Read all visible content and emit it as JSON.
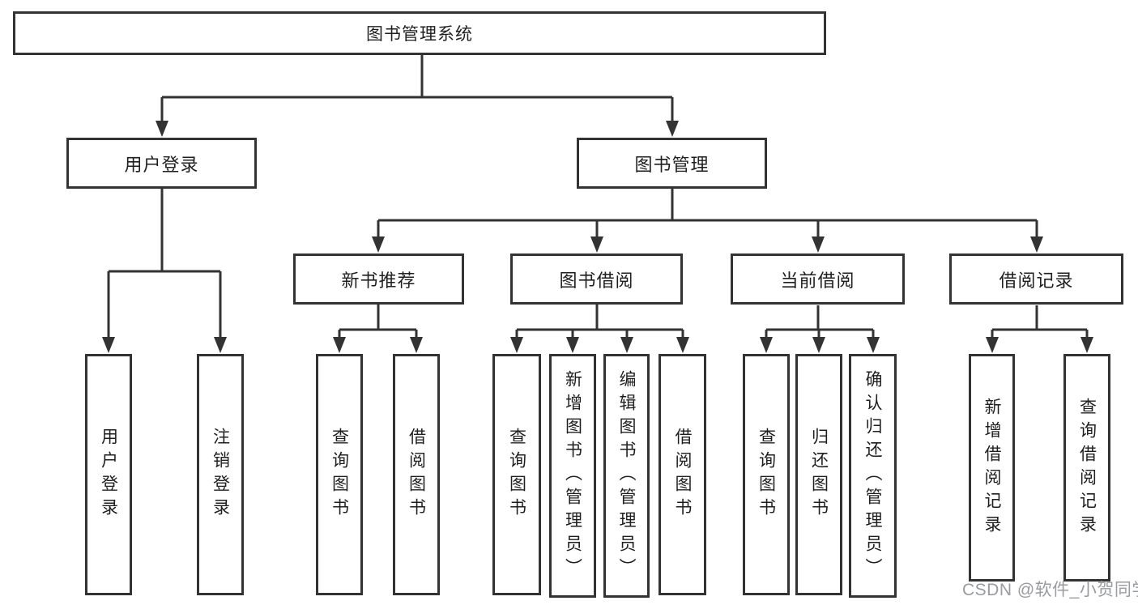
{
  "diagram": {
    "title": "图书管理系统",
    "level2": [
      {
        "label": "用户登录"
      },
      {
        "label": "图书管理"
      }
    ],
    "level3": [
      {
        "label": "新书推荐"
      },
      {
        "label": "图书借阅"
      },
      {
        "label": "当前借阅"
      },
      {
        "label": "借阅记录"
      }
    ],
    "leaves": [
      {
        "label": "用户登录",
        "parent": "用户登录"
      },
      {
        "label": "注销登录",
        "parent": "用户登录"
      },
      {
        "label": "查询图书",
        "parent": "新书推荐"
      },
      {
        "label": "借阅图书",
        "parent": "新书推荐"
      },
      {
        "label": "查询图书",
        "parent": "图书借阅"
      },
      {
        "label": "新增图书（管理员）",
        "parent": "图书借阅"
      },
      {
        "label": "编辑图书（管理员）",
        "parent": "图书借阅"
      },
      {
        "label": "借阅图书",
        "parent": "图书借阅"
      },
      {
        "label": "查询图书",
        "parent": "当前借阅"
      },
      {
        "label": "归还图书",
        "parent": "当前借阅"
      },
      {
        "label": "确认归还（管理员）",
        "parent": "当前借阅"
      },
      {
        "label": "新增借阅记录",
        "parent": "借阅记录"
      },
      {
        "label": "查询借阅记录",
        "parent": "借阅记录"
      }
    ]
  },
  "watermark": "CSDN @软件_小贺同学",
  "colors": {
    "line": "#333333",
    "box_border": "#333333",
    "text": "#1f1f1f",
    "watermark": "#999b9e",
    "background": "#ffffff"
  }
}
